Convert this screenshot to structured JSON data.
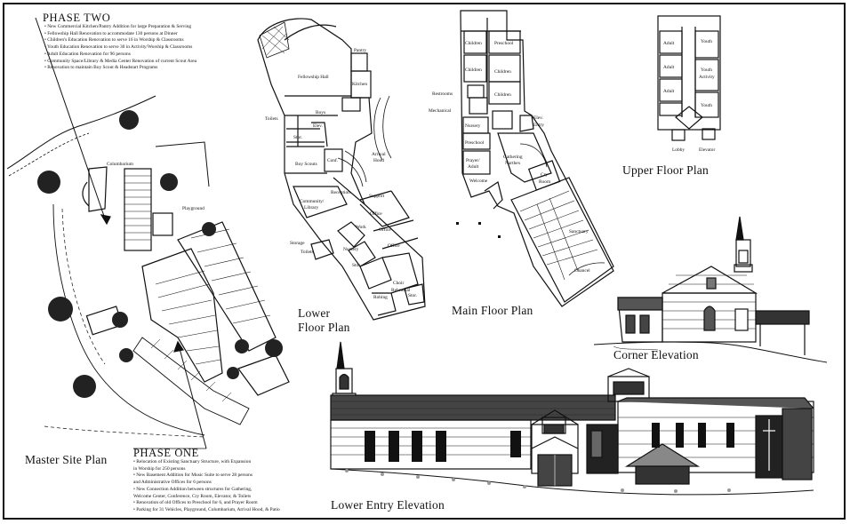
{
  "phase_two": {
    "heading": "PHASE TWO",
    "items": [
      "• New Commercial Kitchen/Pantry Addition for large Preparation & Serving",
      "• Fellowship Hall Renovation to accommodate 130 persons at Dinner",
      "• Children's Education Renovation to serve 16 in Worship & Classrooms",
      "• Youth Education Renovation to serve 30 in Activity/Worship & Classrooms",
      "• Adult Education Renovation for 96 persons",
      "• Community Space/Library & Media Center Renovation of current Scout Area",
      "• Renovation to maintain Boy Scout & Headstart Programs"
    ]
  },
  "phase_one": {
    "heading": "PHASE ONE",
    "items": [
      "• Relocation of Existing Sanctuary Structure, with Expansion",
      "   in Worship for 250 persons",
      "• New Basement Addition for Music Suite to serve 28 persons",
      "   and Administrative Offices for 6 persons",
      "• New Connection Addition between structures for Gathering,",
      "   Welcome Center, Conference, Cry Room, Elevator, & Toilets",
      "• Renovation of old Offices to Preschool for 6, and Prayer Room",
      "• Parking for 31 Vehicles, Playground, Columbarium, Arrival Hood, & Patio"
    ]
  },
  "titles": {
    "master_site": "Master Site Plan",
    "lower_floor_1": "Lower",
    "lower_floor_2": "Floor Plan",
    "main_floor": "Main Floor Plan",
    "upper_floor": "Upper Floor Plan",
    "corner_elevation": "Corner Elevation",
    "lower_entry_elevation": "Lower Entry Elevation"
  },
  "site_labels": {
    "columbarium": "Columbarium",
    "playground": "Playground"
  },
  "lower_plan_labels": {
    "pantry": "Pantry",
    "fellowship": "Fellowship Hall",
    "kitchen": "Kitchen",
    "toilets": "Toilets",
    "boys": "Boys",
    "elev": "Elev.",
    "stor": "Stor.",
    "boy_scouts": "Boy Scouts",
    "arrival": "Arrival",
    "hood": "Hood",
    "conf": "Conf.",
    "reception": "Reception",
    "community": "Community/",
    "library": "Library",
    "support": "Support",
    "office1": "Office",
    "office2": "Office",
    "office3": "Office",
    "work": "Work",
    "storage": "Storage",
    "toilets2": "Toilets",
    "nursery": "Nursery",
    "stor2": "Stor.",
    "choir": "Choir",
    "rehearsal": "Rehearsal",
    "robing": "Robing",
    "stor3": "Stor."
  },
  "main_plan_labels": {
    "children1": "Children",
    "children2": "Children",
    "children3": "Children",
    "children4": "Children",
    "preschool": "Preschool",
    "restrooms": "Restrooms",
    "mechanical": "Mechanical",
    "nursery": "Nursery",
    "preschool2": "Preschool",
    "prayer": "Prayer/",
    "adult": "Adult",
    "welcome": "Welcome",
    "elev": "Elev.",
    "entry": "Entry",
    "gathering": "Gathering",
    "narthex": "Narthex",
    "cry": "Cry",
    "room": "Room",
    "sanctuary": "Sanctuary",
    "chancel": "Chancel"
  },
  "upper_plan_labels": {
    "adult1": "Adult",
    "youth1": "Youth",
    "adult2": "Adult",
    "youth2": "Youth",
    "activity": "Activity",
    "adult3": "Adult",
    "youth3": "Youth",
    "lobby": "Lobby",
    "elevator": "Elevator"
  }
}
